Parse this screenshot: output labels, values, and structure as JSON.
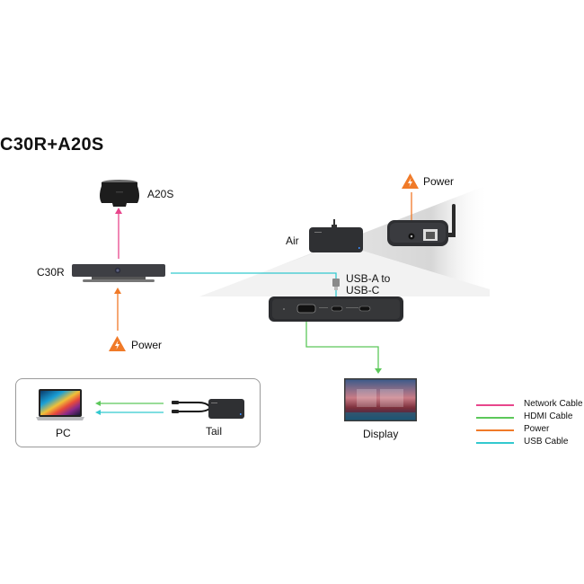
{
  "title": "C30R+A20S",
  "devices": {
    "a20s": {
      "label": "A20S"
    },
    "c30r": {
      "label": "C30R"
    },
    "c30r_power": {
      "label": "Power"
    },
    "air": {
      "label": "Air"
    },
    "air_power": {
      "label": "Power"
    },
    "usb_adapter": {
      "label_line1": "USB-A to",
      "label_line2": "USB-C"
    },
    "display": {
      "label": "Display"
    },
    "pc": {
      "label": "PC"
    },
    "tail": {
      "label": "Tail"
    }
  },
  "legend": [
    {
      "label": "Network Cable",
      "color": "#e8468c"
    },
    {
      "label": "HDMI Cable",
      "color": "#5cc85a"
    },
    {
      "label": "Power",
      "color": "#f07a28"
    },
    {
      "label": "USB Cable",
      "color": "#33c9cf"
    }
  ],
  "colors": {
    "network": "#e8468c",
    "hdmi": "#5cc85a",
    "power": "#f07a28",
    "usb": "#33c9cf"
  }
}
